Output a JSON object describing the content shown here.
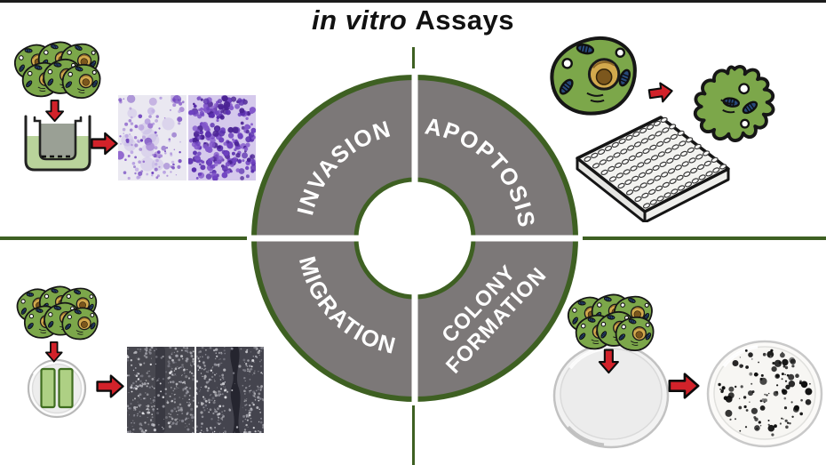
{
  "title": {
    "italic": "in vitro",
    "regular": "Assays"
  },
  "wheel": {
    "labels": [
      {
        "text": "INVASION"
      },
      {
        "text": "APOPTOSIS"
      },
      {
        "text": "MIGRATION"
      },
      {
        "lines": [
          "COLONY",
          "FORMATION"
        ]
      }
    ],
    "ring_fill": "#7c7878",
    "ring_border": "#3e6022",
    "divider": "#ffffff",
    "label_color": "#ffffff"
  },
  "colors": {
    "background": "#ffffff",
    "top_border": "#1b1b1b",
    "axis_green": "#3e6022",
    "arrow_red": "#d2222a",
    "cell_green": "#7ca74a",
    "cell_nucleus_gold": "#d2a94d",
    "mitochondria_blue": "#28497a",
    "stain_purple": "#7e55c4",
    "transwell_liquid_green": "#b9d39b",
    "micrograph_dark": "#47474f"
  },
  "icons": {
    "cell_cluster": "tumor-cell-cluster-icon",
    "transwell": "transwell-invasion-chamber-icon",
    "stained_micrograph": "crystal-violet-stained-micrograph",
    "healthy_cell": "healthy-cell-icon",
    "apoptotic_cell": "apoptotic-cell-icon",
    "well_plate": "96-well-plate-icon",
    "scratch_dish": "scratch-assay-dish-icon",
    "wound_micrograph": "wound-healing-micrograph",
    "petri_dish": "petri-dish-icon",
    "colony_dish": "colony-formation-dish-icon",
    "arrow": "red-arrow-icon"
  }
}
